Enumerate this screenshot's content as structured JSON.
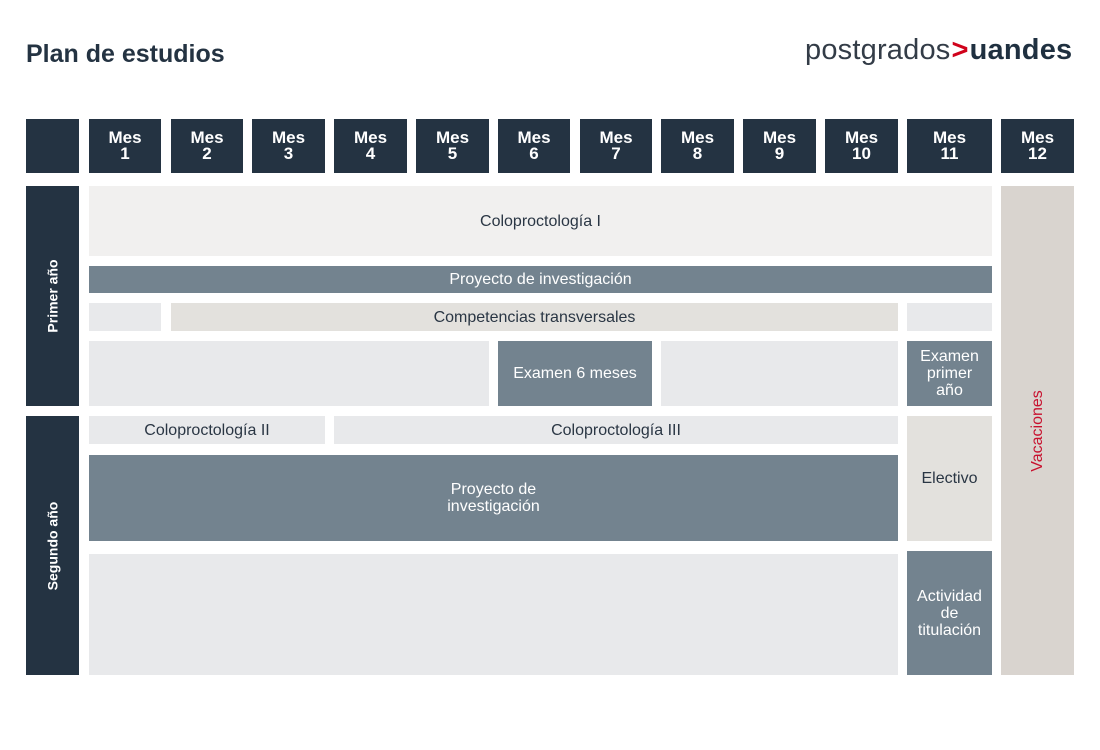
{
  "title": "Plan de estudios",
  "logo": {
    "part1": "postgrados",
    "chevron": ">",
    "part2": "uandes"
  },
  "months": [
    {
      "label": "Mes",
      "num": "1"
    },
    {
      "label": "Mes",
      "num": "2"
    },
    {
      "label": "Mes",
      "num": "3"
    },
    {
      "label": "Mes",
      "num": "4"
    },
    {
      "label": "Mes",
      "num": "5"
    },
    {
      "label": "Mes",
      "num": "6"
    },
    {
      "label": "Mes",
      "num": "7"
    },
    {
      "label": "Mes",
      "num": "8"
    },
    {
      "label": "Mes",
      "num": "9"
    },
    {
      "label": "Mes",
      "num": "10"
    },
    {
      "label": "Mes",
      "num": "11"
    },
    {
      "label": "Mes",
      "num": "12"
    }
  ],
  "years": {
    "first": "Primer año",
    "second": "Segundo año"
  },
  "first_year": {
    "colo1": "Coloproctología I",
    "proyecto": "Proyecto de investigación",
    "competencias": "Competencias transversales",
    "examen6": "Examen 6 meses",
    "examen_primer": [
      "Examen",
      "primer",
      "año"
    ]
  },
  "second_year": {
    "colo2": "Coloproctología II",
    "colo3": "Coloproctología III",
    "proyecto": [
      "Proyecto de",
      "investigación"
    ],
    "electivo": "Electivo",
    "actividad": [
      "Actividad",
      "de",
      "titulación"
    ]
  },
  "vacaciones": "Vacaciones",
  "colors": {
    "navy": "#243342",
    "slate": "#73838f",
    "light": "#f1f0ef",
    "pale": "#e8e9eb",
    "beige": "#e3e1dd",
    "vacation": "#d9d4cf",
    "accent_red": "#c8102e"
  }
}
